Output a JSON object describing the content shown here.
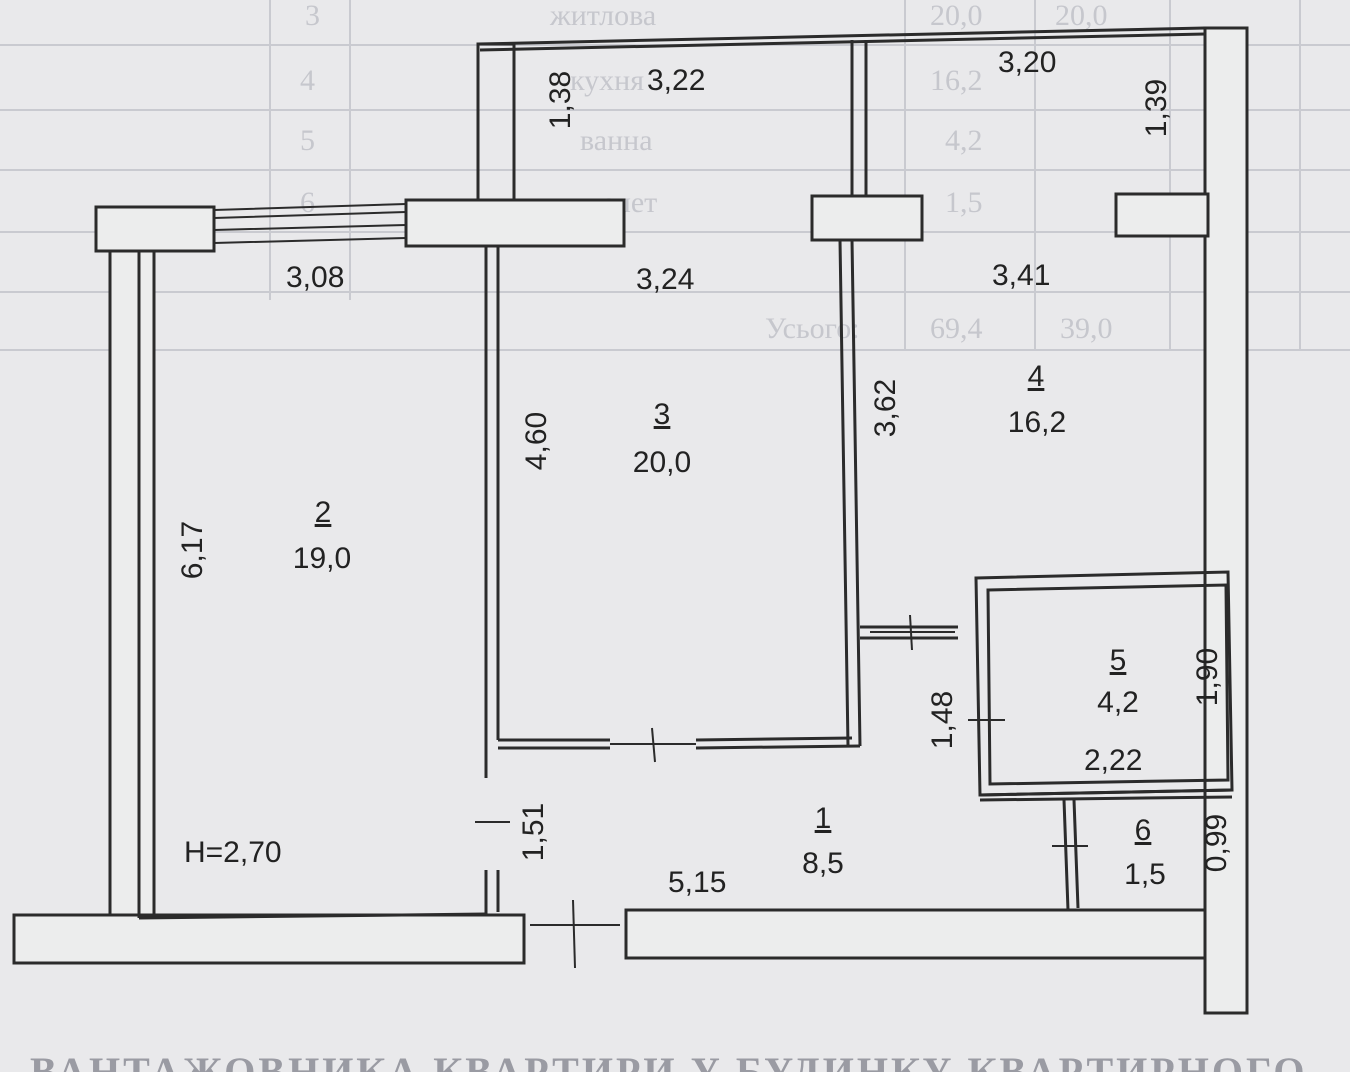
{
  "plan": {
    "height": "H=2,70",
    "rooms": [
      {
        "id": "room-1",
        "number": "1",
        "area": "8,5"
      },
      {
        "id": "room-2",
        "number": "2",
        "area": "19,0"
      },
      {
        "id": "room-3",
        "number": "3",
        "area": "20,0"
      },
      {
        "id": "room-4",
        "number": "4",
        "area": "16,2"
      },
      {
        "id": "room-5",
        "number": "5",
        "area": "4,2"
      },
      {
        "id": "room-6",
        "number": "6",
        "area": "1,5"
      }
    ],
    "dimensions": {
      "balcony_left_depth": "1,38",
      "balcony_left_width": "3,22",
      "balcony_right_width": "3,20",
      "balcony_right_depth": "1,39",
      "room2_width": "3,08",
      "room3_width": "3,24",
      "room4_width": "3,41",
      "room2_length": "6,17",
      "room3_length": "4,60",
      "room4_length": "3,62",
      "room5_length": "1,90",
      "room5_width": "2,22",
      "hall_depth_left": "1,51",
      "hall_depth_right": "1,48",
      "hall_width": "5,15",
      "room6_length": "0,99"
    }
  },
  "background_table": {
    "rows": [
      {
        "num": "3",
        "name": "житлова",
        "area": "20,0",
        "living": "20,0"
      },
      {
        "num": "4",
        "name": "кухня",
        "area": "16,2",
        "living": ""
      },
      {
        "num": "5",
        "name": "ванна",
        "area": "4,2",
        "living": ""
      },
      {
        "num": "6",
        "name": "туалет",
        "area": "1,5",
        "living": ""
      }
    ],
    "total_label": "Усього:",
    "total_area": "69,4",
    "total_living": "39,0"
  },
  "caption": "ВАНТАЖОВНИКА КВАРТИРИ У БУДИНКУ КВАРТИРНОГО"
}
